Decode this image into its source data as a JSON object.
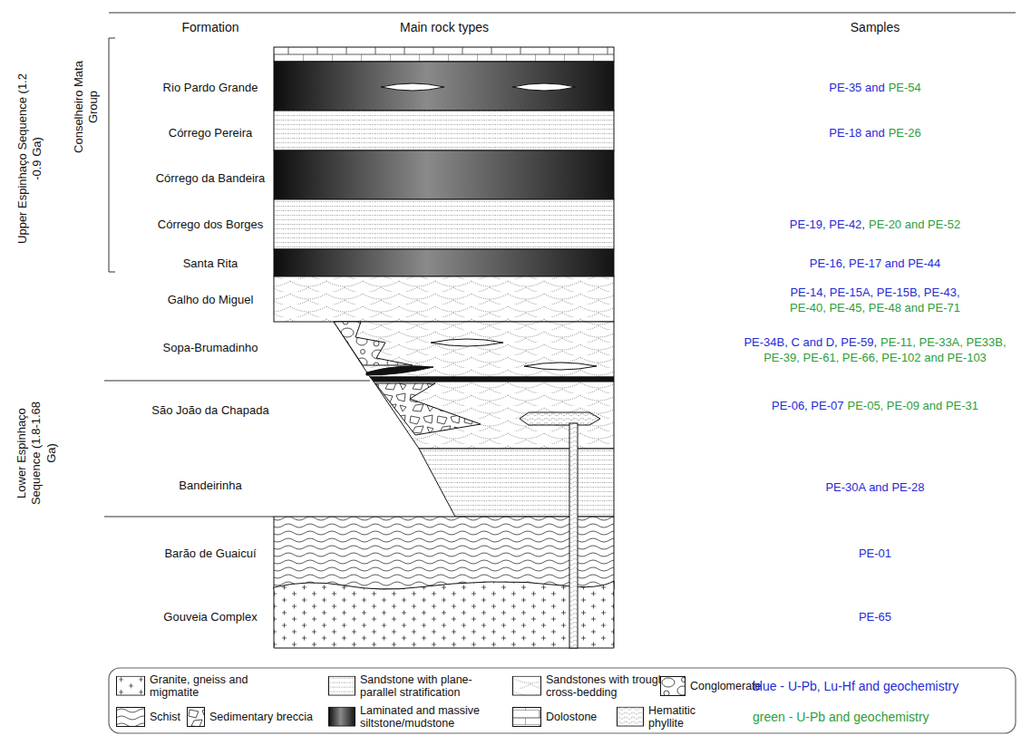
{
  "diagram": {
    "labels": [
      "Formation",
      "Main rock types",
      "Samples",
      "Upper Espinhaço Sequence (1.2 -0.9 Ga)",
      "Conselheiro Mata Group",
      "Lower Espinhaço Sequence (1.8-1.68 Ga)",
      "Rio Pardo Grande",
      "Córrego Pereira",
      "Córrego da Bandeira",
      "Córrego dos Borges",
      "Santa Rita",
      "Galho do Miguel",
      "Sopa-Brumadinho",
      "São João da Chapada",
      "Bandeirinha",
      "Barão de Guaicuí",
      "Gouveia Complex",
      "PE-35 and",
      "PE-54",
      "PE-18 and",
      "PE-26",
      "PE-19, PE-42,",
      "PE-20 and PE-52",
      "PE-16, PE-17 and PE-44",
      "PE-14, PE-15A, PE-15B, PE-43,",
      "PE-40, PE-45, PE-48 and PE-71",
      "PE-34B, C and D, PE-59,",
      "PE-11, PE-33A, PE33B,",
      "PE-39, PE-61, PE-66, PE-102 and PE-103",
      "PE-06, PE-07",
      "PE-05, PE-09 and PE-31",
      "PE-30A and PE-28",
      "PE-01",
      "PE-65"
    ],
    "legend": [
      {
        "text": "Granite, gneiss and migmatite"
      },
      {
        "text": "Sandstone with plane-parallel stratification"
      },
      {
        "text": "Sandstones with trough cross-bedding"
      },
      {
        "text": "Conglomerate"
      },
      {
        "text": "blue - U-Pb, Lu-Hf and geochemistry"
      },
      {
        "text": "Schist"
      },
      {
        "text": "Sedimentary breccia"
      },
      {
        "text": "Laminated and massive siltstone/mudstone"
      },
      {
        "text": "Dolostone"
      },
      {
        "text": "Hematitic phyllite"
      },
      {
        "text": "green - U-Pb and geochemistry"
      }
    ]
  }
}
